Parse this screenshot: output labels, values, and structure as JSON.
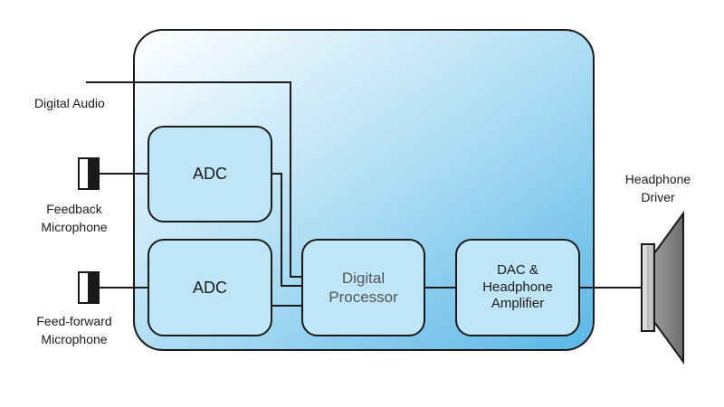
{
  "labels": {
    "digital_audio": "Digital Audio",
    "feedback_mic": [
      "Feedback",
      "Microphone"
    ],
    "feedforward_mic": [
      "Feed-forward",
      "Microphone"
    ],
    "headphone_driver": [
      "Headphone",
      "Driver"
    ]
  },
  "blocks": {
    "adc_top": [
      "ADC"
    ],
    "adc_bottom": [
      "ADC"
    ],
    "processor": [
      "Digital",
      "Processor"
    ],
    "dac_amp": [
      "DAC &",
      "Headphone",
      "Amplifier"
    ]
  },
  "colors": {
    "chip_gradient_start": "#ffffff",
    "chip_gradient_end": "#5bb7e6",
    "block_fill": "#bfe6f7",
    "line": "#1a1a1a",
    "speaker_body": "#8a8a8a"
  }
}
